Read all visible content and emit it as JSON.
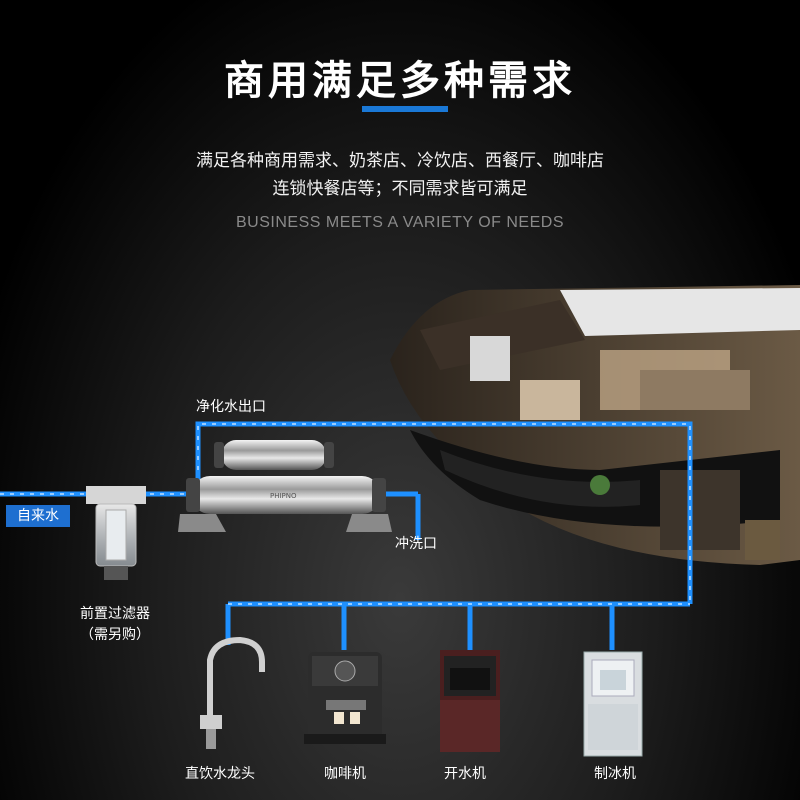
{
  "header": {
    "title": "商用满足多种需求",
    "subtitle_line1": "满足各种商用需求、奶茶店、冷饮店、西餐厅、咖啡店",
    "subtitle_line2": "连锁快餐店等；不同需求皆可满足",
    "english": "BUSINESS MEETS A VARIETY OF NEEDS"
  },
  "diagram": {
    "tap_water": "自来水",
    "pre_filter_line1": "前置过滤器",
    "pre_filter_line2": "（需另购）",
    "purified_outlet": "净化水出口",
    "flush_outlet": "冲洗口",
    "purifier_brand": "PHIPNO"
  },
  "devices": {
    "faucet": "直饮水龙头",
    "coffee_machine": "咖啡机",
    "water_dispenser": "开水机",
    "ice_maker": "制冰机"
  },
  "colors": {
    "accent": "#1a78d6",
    "pipe": "#1e90ff",
    "label_bg": "#1e6fd0"
  }
}
